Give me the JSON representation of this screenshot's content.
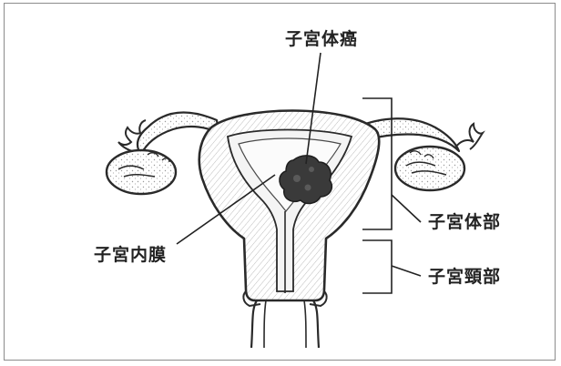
{
  "labels": {
    "cancer": "子宮体癌",
    "endometrium": "子宮内膜",
    "uterine_body": "子宮体部",
    "cervix": "子宮頸部"
  },
  "colors": {
    "outline": "#2a2a2a",
    "tumor": "#3a3a3a",
    "shading": "#b5b5b5",
    "frame": "#8c8c8c"
  }
}
